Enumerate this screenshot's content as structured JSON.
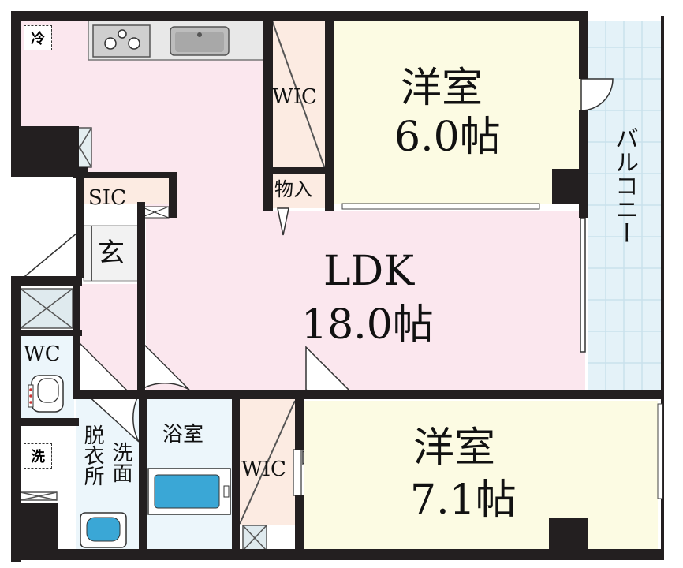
{
  "rooms": {
    "bedroom1": {
      "name": "洋室",
      "size": "6.0帖"
    },
    "bedroom2": {
      "name": "洋室",
      "size": "7.1帖"
    },
    "ldk": {
      "name": "LDK",
      "size": "18.0帖"
    },
    "wic_top": "WIC",
    "wic_bottom": "WIC",
    "storage": "物入",
    "sic": "SIC",
    "entrance": "玄",
    "wc": "WC",
    "bath": "浴室",
    "dressing": "脱衣所",
    "washroom": "洗面",
    "balcony": "バルコニー"
  },
  "icons": {
    "fridge": "冷",
    "washer": "洗"
  },
  "colors": {
    "wall": "#231f20",
    "pink_floor": "#fbe7ee",
    "bedroom_floor": "#fcfbe3",
    "balcony_floor": "#e4f2f8",
    "bath_floor": "#ecf6fb",
    "wic_floor": "#fcebe2",
    "genkan_floor": "#f2f2f2",
    "bathtub": "#3aa7d6"
  }
}
